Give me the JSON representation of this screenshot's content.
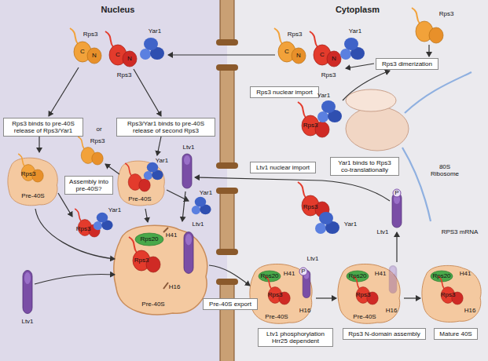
{
  "diagram": {
    "nodes": [
      {
        "text": [
          "Rps3 dimerization"
        ]
      },
      {
        "text": [
          "Rps3 nuclear import"
        ]
      },
      {
        "text": [
          "Rps3 binds to pre-40S release of Rps3/Yar1"
        ]
      },
      {
        "text": [
          "Rps3/Yar1 binds to pre-40S release of second Rps3"
        ]
      },
      {
        "text": [
          "Yar1 binds to Rps3 co-translationally"
        ]
      },
      {
        "text": [
          "Ltv1 nuclear import"
        ]
      },
      {
        "text": [
          "Assembly into pre-40S?"
        ]
      },
      {
        "text": [
          "Pre-40S export"
        ]
      },
      {
        "text": [
          "Ltv1 phosphorylation Hrr25 dependent"
        ]
      },
      {
        "text": [
          "Rps3 N-domain assembly"
        ]
      },
      {
        "text": [
          "Mature 40S"
        ]
      }
    ],
    "labels": [
      "Nucleus",
      "Cytoplasm",
      "Rps3",
      "Rps3",
      "C",
      "N",
      "Rps3",
      "C",
      "N",
      "Yar1",
      "Rps3",
      "C",
      "N",
      "Rps3",
      "C",
      "N",
      "Yar1",
      "Rps3",
      "Yar1",
      "Rps3",
      "Yar1",
      "80S Ribosome",
      "RPS3 mRNA",
      "Ltv1",
      "P",
      "or",
      "Rps3",
      "Pre-40S",
      "Rps3",
      "Yar1",
      "Pre-40S",
      "Ltv1",
      "Rps3",
      "Yar1",
      "Yar1",
      "Rps20",
      "Rps3",
      "Ltv1",
      "H41",
      "H16",
      "Pre-40S",
      "Ltv1",
      "Rps20",
      "Ltv1",
      "P",
      "Rps3",
      "H41",
      "H16",
      "Pre-40S",
      "Rps20",
      "Rps3",
      "H41",
      "H16",
      "Pre-40S",
      "Rps20",
      "Rps3",
      "H41",
      "H16"
    ]
  }
}
